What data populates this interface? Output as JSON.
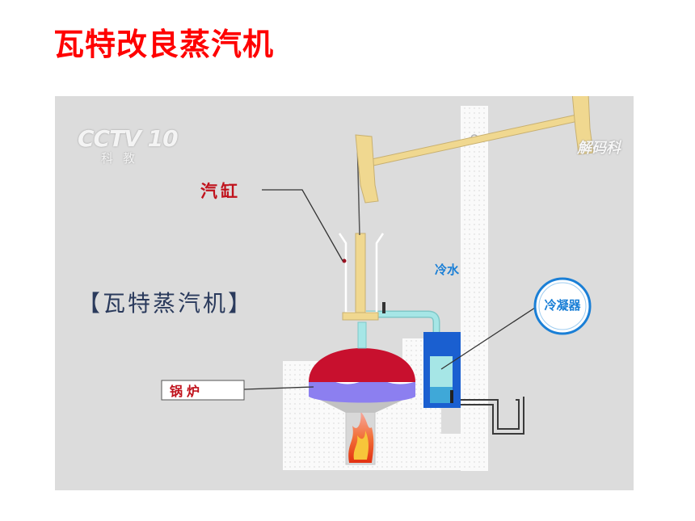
{
  "slide": {
    "title": "瓦特改良蒸汽机"
  },
  "diagram": {
    "channel_logo": "CCTV 10",
    "channel_sub": "科教",
    "watermark": "解码科",
    "labels": {
      "cylinder": "汽缸",
      "boiler": "锅炉",
      "cold_water": "冷水",
      "condenser": "冷凝器",
      "watt_engine": "【瓦特蒸汽机】"
    }
  },
  "colors": {
    "title_red": "#ff0000",
    "label_red": "#c0121c",
    "label_blue": "#1a7fd6",
    "boiler_red": "#c8102e",
    "water_purple": "#8c7ff0",
    "condenser_blue": "#1a5fd0",
    "pipe_cyan": "#a6e6e6",
    "beam_yellow": "#f0d890"
  }
}
